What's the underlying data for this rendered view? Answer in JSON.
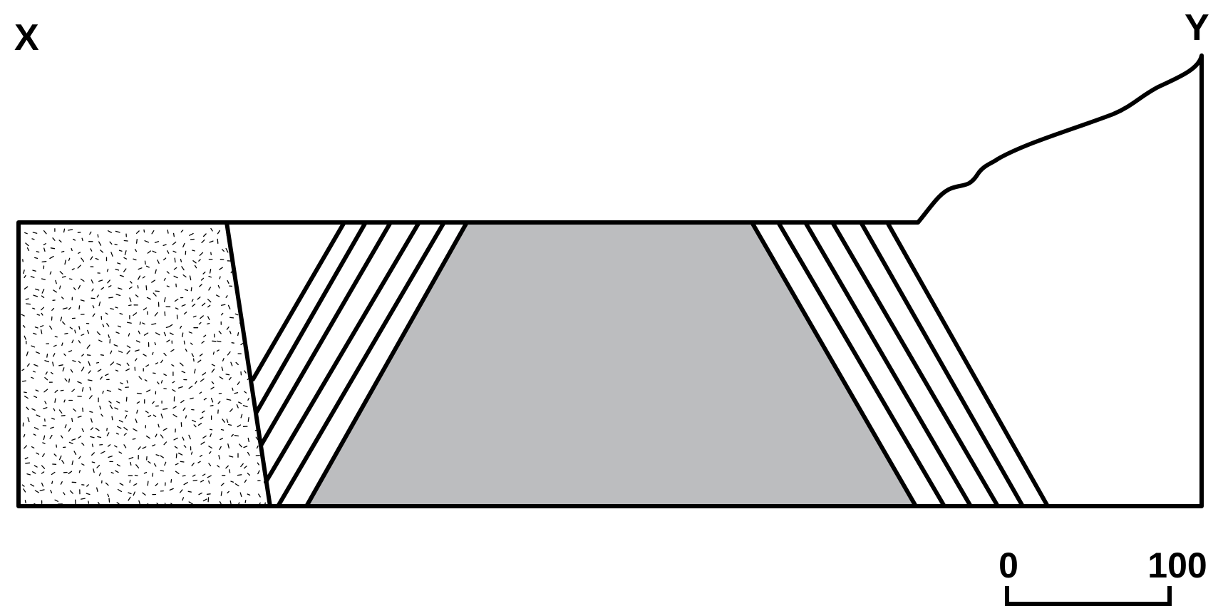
{
  "section": {
    "end_label_left": "X",
    "end_label_right": "Y"
  },
  "units": {
    "fine_grained_speckled": {
      "fill": "#ffffff",
      "pattern": "random-dashes"
    },
    "fault": {
      "type": "steep-dipping-line"
    },
    "bedded_strata_west": {
      "bed_count": 5,
      "pattern": "parallel-inclined-lines"
    },
    "grey_body": {
      "fill": "#bcbdbf"
    },
    "bedded_strata_east": {
      "bed_count": 5,
      "pattern": "parallel-inclined-lines"
    },
    "topography": {
      "profile": "rising-to-east"
    }
  },
  "scale_bar": {
    "start_label": "0",
    "end_label": "100"
  },
  "colors": {
    "line": "#000000",
    "grey_body": "#bcbdbf",
    "background": "#ffffff"
  }
}
